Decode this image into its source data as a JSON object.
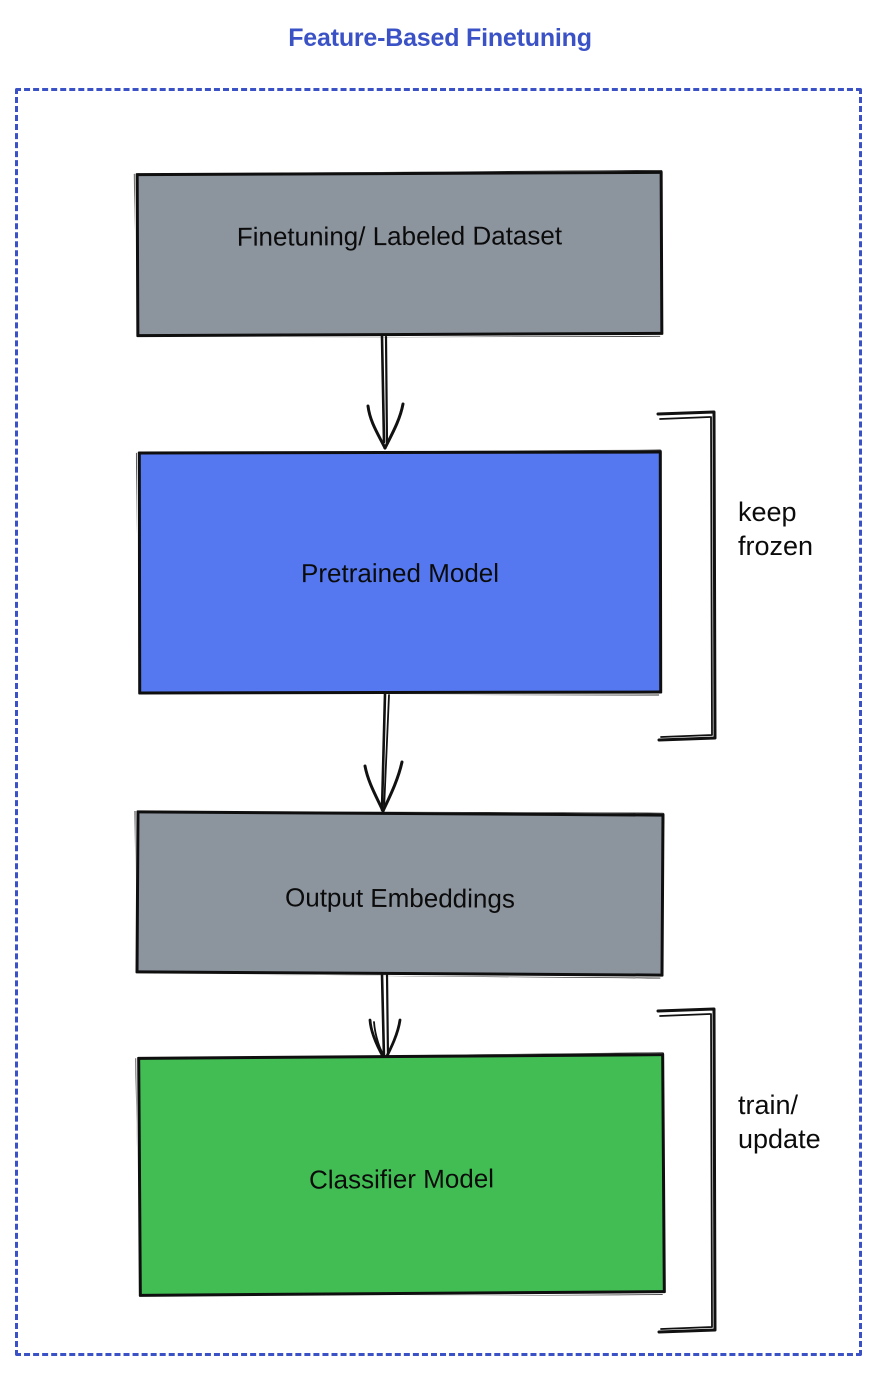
{
  "diagram": {
    "title": "Feature-Based Finetuning",
    "title_color": "#3a52c6",
    "frame_border_color": "#3a52c6",
    "background": "#ffffff",
    "type": "flowchart",
    "nodes": [
      {
        "id": "dataset",
        "label": "Finetuning/ Labeled Dataset",
        "fill": "#8c949e",
        "stroke": "#0f0f0f",
        "shape": "rectangle"
      },
      {
        "id": "pretrained",
        "label": "Pretrained Model",
        "fill": "#5578f0",
        "stroke": "#0f0f0f",
        "shape": "rectangle"
      },
      {
        "id": "embeddings",
        "label": "Output Embeddings",
        "fill": "#8c949e",
        "stroke": "#0f0f0f",
        "shape": "rectangle"
      },
      {
        "id": "classifier",
        "label": "Classifier Model",
        "fill": "#41bd54",
        "stroke": "#0f0f0f",
        "shape": "rectangle"
      }
    ],
    "edges": [
      {
        "from": "dataset",
        "to": "pretrained",
        "style": "arrow-down"
      },
      {
        "from": "pretrained",
        "to": "embeddings",
        "style": "arrow-down"
      },
      {
        "from": "embeddings",
        "to": "classifier",
        "style": "arrow-down"
      }
    ],
    "annotations": [
      {
        "id": "keep-frozen",
        "target": "pretrained",
        "line1": "keep",
        "line2": "frozen",
        "bracket": "right-brace"
      },
      {
        "id": "train-update",
        "target": "classifier",
        "line1": "train/",
        "line2": "update",
        "bracket": "right-brace"
      }
    ]
  }
}
